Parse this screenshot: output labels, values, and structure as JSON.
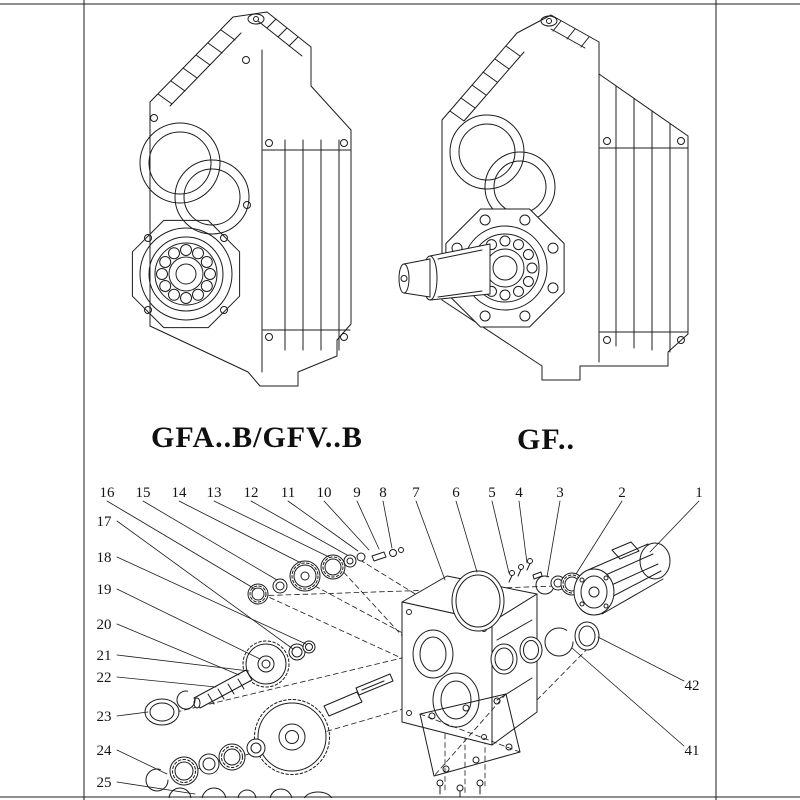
{
  "page": {
    "background": "#ffffff",
    "line_color": "#1c1c1c"
  },
  "figures": {
    "left_model_label": "GFA..B/GFV..B",
    "right_model_label": "GF.."
  },
  "callouts": {
    "top": [
      "16",
      "15",
      "14",
      "13",
      "12",
      "11",
      "10",
      "9",
      "8",
      "7",
      "6",
      "5",
      "4",
      "3",
      "2",
      "1"
    ],
    "left": [
      "17",
      "18",
      "19",
      "20",
      "21",
      "22",
      "23",
      "24",
      "25"
    ],
    "right": [
      "42",
      "41"
    ]
  }
}
